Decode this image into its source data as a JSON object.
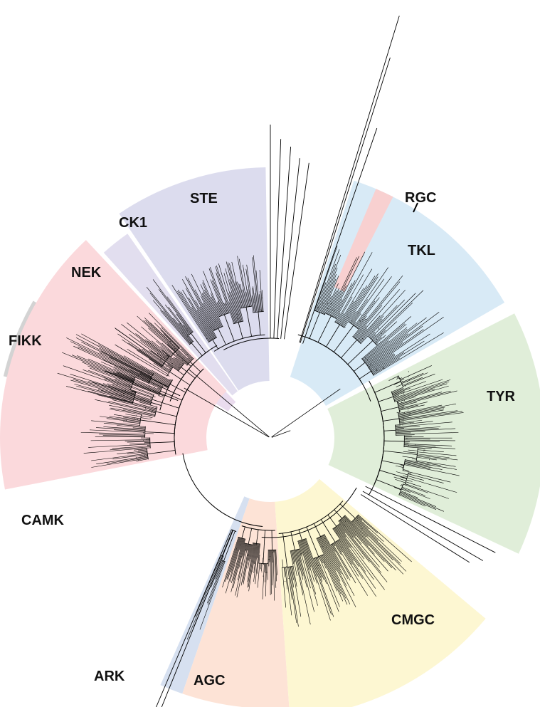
{
  "groups": [
    {
      "id": "ste",
      "label": "STE",
      "color": "#dcdcee"
    },
    {
      "id": "ck1",
      "label": "CK1",
      "color": "#e2deef"
    },
    {
      "id": "nek",
      "label": "NEK",
      "color": "#eadcee"
    },
    {
      "id": "fikk",
      "label": "FIKK",
      "color": "#d3d3d3"
    },
    {
      "id": "camk",
      "label": "CAMK",
      "color": "#fbd9dc"
    },
    {
      "id": "ark",
      "label": "ARK",
      "color": "#d6e0f0"
    },
    {
      "id": "agc",
      "label": "AGC",
      "color": "#fde3d6"
    },
    {
      "id": "cmgc",
      "label": "CMGC",
      "color": "#fdf7d2"
    },
    {
      "id": "tyr",
      "label": "TYR",
      "color": "#e0eed9"
    },
    {
      "id": "tkl",
      "label": "TKL",
      "color": "#d8eaf6"
    },
    {
      "id": "rgc",
      "label": "RGC",
      "color": "#f8d0d0"
    }
  ],
  "line_color": "#000000"
}
